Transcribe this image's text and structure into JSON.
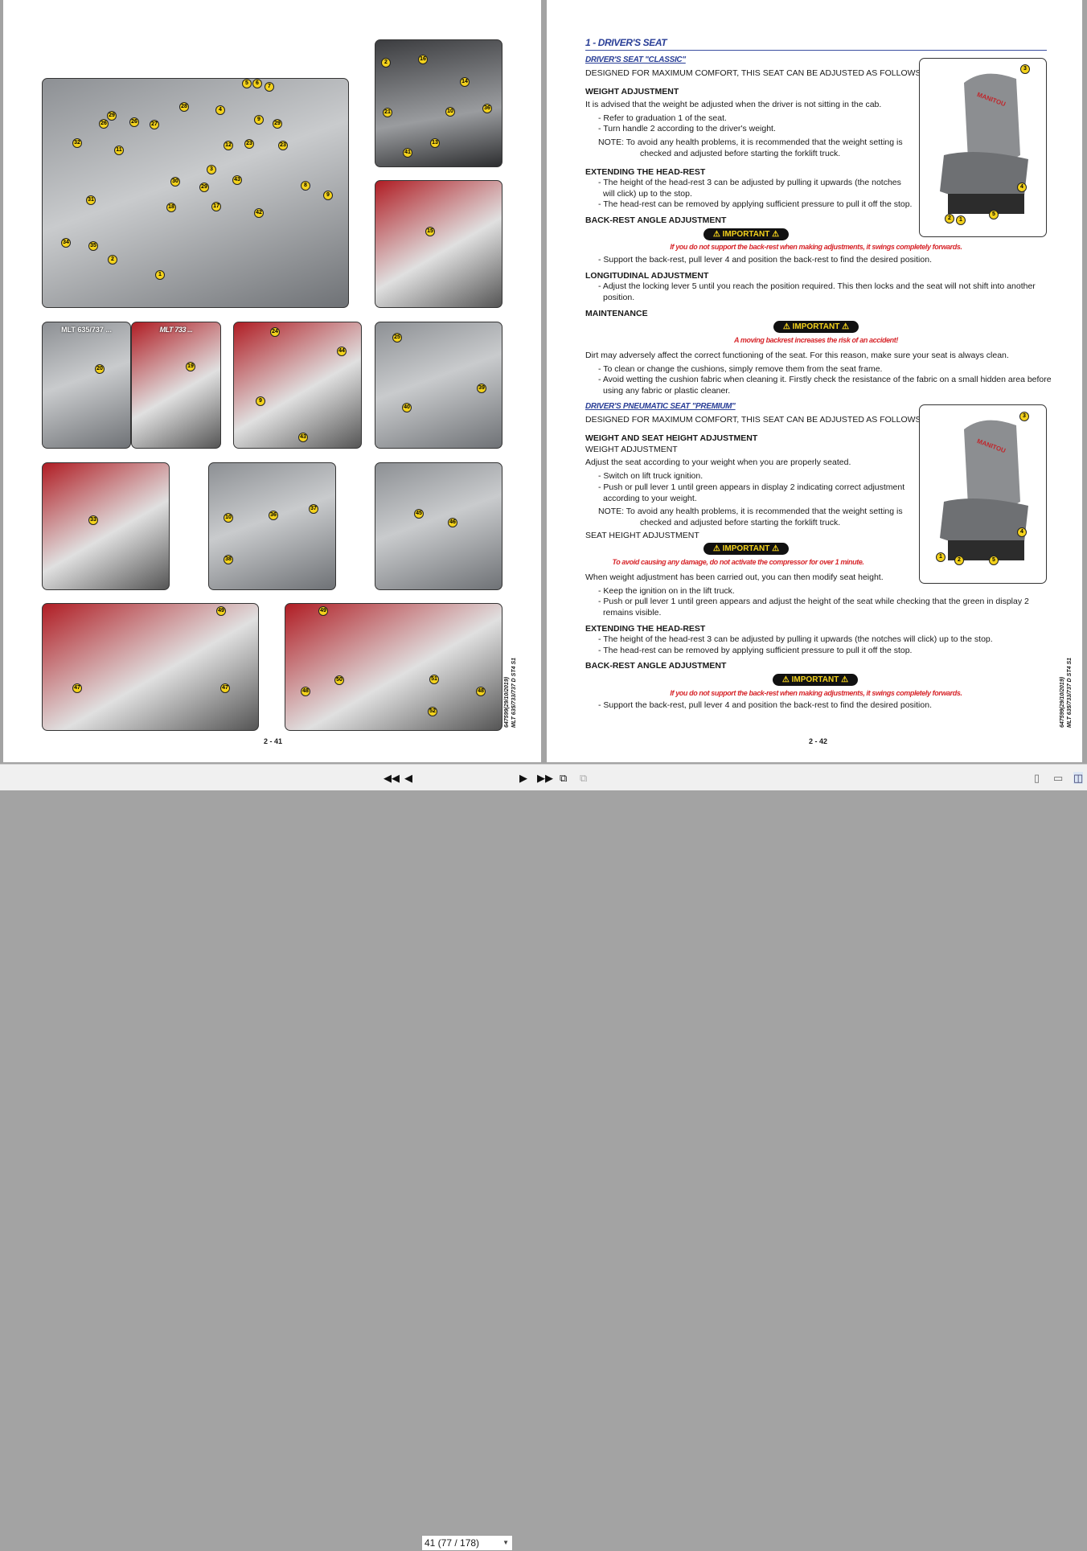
{
  "left_page": {
    "panels": [
      {
        "label": "",
        "callouts": [
          "28",
          "29",
          "26",
          "26",
          "27",
          "11",
          "32",
          "30",
          "29",
          "18",
          "17",
          "31",
          "34",
          "35",
          "2",
          "1",
          "3",
          "4",
          "5",
          "6",
          "7",
          "9",
          "29",
          "12",
          "23",
          "23",
          "43",
          "8",
          "9",
          "42"
        ]
      },
      {
        "label": "",
        "callouts": [
          "2",
          "16",
          "14",
          "21",
          "10",
          "36",
          "13",
          "41"
        ]
      },
      {
        "label": "",
        "callouts": [
          "15"
        ]
      },
      {
        "label": "MLT 635/737 ...",
        "callouts": [
          "20"
        ]
      },
      {
        "label": "MLT 733 ...",
        "callouts": [
          "19"
        ]
      },
      {
        "label": "",
        "callouts": [
          "24",
          "44",
          "9",
          "43"
        ]
      },
      {
        "label": "",
        "callouts": [
          "25",
          "39",
          "40"
        ]
      },
      {
        "label": "",
        "callouts": [
          "33"
        ]
      },
      {
        "label": "",
        "callouts": [
          "10",
          "36",
          "37",
          "38"
        ]
      },
      {
        "label": "",
        "callouts": [
          "45",
          "46"
        ]
      },
      {
        "label": "",
        "callouts": [
          "49",
          "47",
          "47"
        ]
      },
      {
        "label": "",
        "callouts": [
          "49",
          "50",
          "51",
          "48",
          "48",
          "52"
        ]
      }
    ],
    "doc_ref_1": "647599(29/10/2019)",
    "doc_ref_2": "MLT 635/733/737 D ST4 S1",
    "page_number": "2 - 41"
  },
  "right_page": {
    "title": "1 - DRIVER'S SEAT",
    "classic": {
      "heading": "DRIVER'S SEAT \"CLASSIC\"",
      "intro": "DESIGNED FOR MAXIMUM COMFORT, THIS SEAT CAN BE ADJUSTED AS FOLLOWS.",
      "weight_h": "WEIGHT ADJUSTMENT",
      "weight_p": "It is advised that the weight be adjusted when the driver is not sitting in the cab.",
      "weight_b1": "- Refer to graduation 1 of the seat.",
      "weight_b2": "- Turn handle 2 according to the driver's weight.",
      "weight_note": "NOTE: To avoid any health problems, it is recommended that the weight setting is checked and adjusted before starting the forklift truck.",
      "head_h": "EXTENDING THE HEAD-REST",
      "head_b1": "- The height of the head-rest 3 can be adjusted by pulling it upwards (the notches will click) up to the stop.",
      "head_b2": "- The head-rest can be removed by applying sufficient pressure to pull it off the stop.",
      "back_h": "BACK-REST ANGLE ADJUSTMENT",
      "back_warn": "If you do not support the back-rest when making adjustments, it swings completely forwards.",
      "back_b1": "- Support the back-rest, pull lever 4 and position the back-rest to find the desired position.",
      "long_h": "LONGITUDINAL ADJUSTMENT",
      "long_b1": "- Adjust the locking lever 5 until you reach the position required. This then locks and the seat will not shift into another position.",
      "maint_h": "MAINTENANCE",
      "maint_warn": "A moving backrest increases the risk of an accident!",
      "maint_p": "Dirt may adversely affect the correct functioning of the seat. For this reason, make sure your seat is always clean.",
      "maint_b1": "- To clean or change the cushions, simply remove them from the seat frame.",
      "maint_b2": "- Avoid wetting the cushion fabric when cleaning it. Firstly check the resistance of the fabric on a small hidden area before using any fabric or plastic cleaner.",
      "image_callouts": [
        "3",
        "4",
        "2",
        "1",
        "5"
      ]
    },
    "premium": {
      "heading": "DRIVER'S PNEUMATIC SEAT \"PREMIUM\"",
      "intro": "DESIGNED FOR MAXIMUM COMFORT, THIS SEAT CAN BE ADJUSTED AS FOLLOWS.",
      "wsh_h": "WEIGHT AND SEAT HEIGHT ADJUSTMENT",
      "weight_sub": "WEIGHT ADJUSTMENT",
      "weight_p": "Adjust the seat according to your weight when you are properly seated.",
      "weight_b1": "- Switch on lift truck ignition.",
      "weight_b2": "- Push or pull lever 1 until green appears in display 2 indicating correct adjustment according to your weight.",
      "weight_note": "NOTE: To avoid any health problems, it is recommended that the weight setting is checked and adjusted before starting the forklift truck.",
      "height_sub": "SEAT HEIGHT ADJUSTMENT",
      "height_warn": "To avoid causing any damage, do not activate the compressor for over 1 minute.",
      "height_p": "When weight adjustment has been carried out, you can then modify seat height.",
      "height_b1": "- Keep the ignition on in the lift truck.",
      "height_b2": "- Push or pull lever 1 until green appears and adjust the height of the seat while checking that the green in display 2 remains visible.",
      "head_h": "EXTENDING THE HEAD-REST",
      "head_b1": "- The height of the head-rest 3 can be adjusted by pulling it upwards (the notches will click) up to the stop.",
      "head_b2": "- The head-rest can be removed by applying sufficient pressure to pull it off the stop.",
      "back_h": "BACK-REST ANGLE ADJUSTMENT",
      "back_warn": "If you do not support the back-rest when making adjustments, it swings completely forwards.",
      "back_b1": "- Support the back-rest, pull lever 4 and position the back-rest to find the desired position.",
      "image_callouts": [
        "3",
        "4",
        "1",
        "2",
        "5"
      ]
    },
    "important_label": "IMPORTANT",
    "seat_brand": "MANITOU",
    "doc_ref_1": "647599(29/10/2019)",
    "doc_ref_2": "MLT 635/733/737 D ST4 S1",
    "page_number": "2 - 42"
  },
  "toolbar": {
    "page_select_value": "41 (77 / 178)",
    "icons": [
      "first-page-icon",
      "previous-page-icon",
      "next-page-icon",
      "last-page-icon",
      "previous-view-icon",
      "next-view-icon",
      "single-page-icon",
      "continuous-page-icon",
      "facing-pages-icon"
    ]
  },
  "colors": {
    "heading_blue": "#2a3f97",
    "warning_red": "#d7262b",
    "callout_yellow": "#f4d21c"
  }
}
